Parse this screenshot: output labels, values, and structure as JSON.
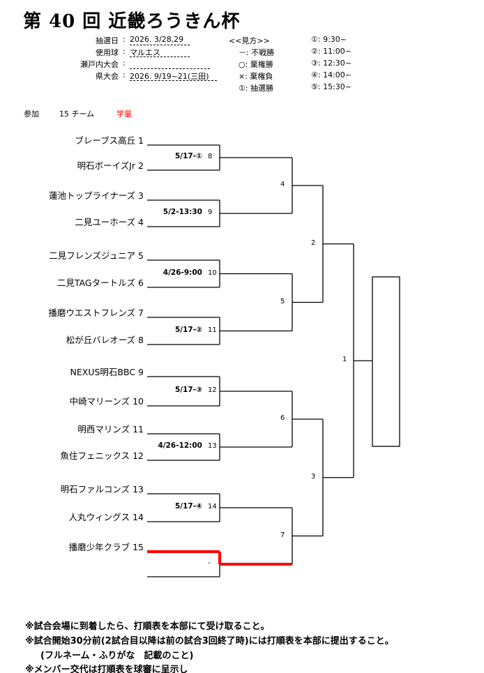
{
  "title": "第 40 回 近畿ろうきん杯",
  "info": [
    {
      "label": "抽選日",
      "value": "2026. 3/28,29"
    },
    {
      "label": "使用球",
      "value": "マルエス"
    },
    {
      "label": "瀬戸内大会",
      "value": ""
    },
    {
      "label": "県大会",
      "value": "2026. 9/19~21(三田)"
    }
  ],
  "legend": {
    "heading": "<<見方>>",
    "items": [
      "－: 不戦勝",
      "○: 棄権勝",
      "×: 棄権負",
      "①: 抽選勝"
    ]
  },
  "times": [
    "①:  9:30~",
    "②: 11:00~",
    "③: 12:30~",
    "④: 14:00~",
    "⑤: 15:30~"
  ],
  "participation": {
    "label": "参加",
    "count": "15 チーム",
    "category": "学童",
    "category_color": "#ff0000"
  },
  "teams": [
    "ブレーブス高丘 1",
    "明石ボーイズJr 2",
    "蓮池トップライナーズ 3",
    "二見ユーホーズ 4",
    "二見フレンズジュニア 5",
    "二見TAGタートルズ 6",
    "播磨ウエストフレンズ 7",
    "松が丘バレオーズ 8",
    "NEXUS明石BBC 9",
    "中崎マリーンズ 10",
    "明西マリンズ 11",
    "魚住フェニックス 12",
    "明石ファルコンズ 13",
    "人丸ウィングス 14",
    "播磨少年クラブ 15"
  ],
  "first_round": [
    {
      "schedule": "5/17-①",
      "no": "8"
    },
    {
      "schedule": "5/2-13:30",
      "no": "9"
    },
    {
      "schedule": "4/26-9:00",
      "no": "10"
    },
    {
      "schedule": "5/17-②",
      "no": "11"
    },
    {
      "schedule": "5/17-③",
      "no": "12"
    },
    {
      "schedule": "4/26-12:00",
      "no": "13"
    },
    {
      "schedule": "5/17-④",
      "no": "14"
    },
    {
      "schedule": "",
      "no": "-"
    }
  ],
  "second_round": [
    "4",
    "5",
    "6",
    "7"
  ],
  "semi": [
    "2",
    "3"
  ],
  "final": "1",
  "highlight_color": "#ff0000",
  "notes": [
    "※試合会場に到着したら、打順表を本部にて受け取ること。",
    "※試合開始30分前(2試合目以降は前の試合3回終了時)には打順表を本部に提出すること。",
    "(フルネーム・ふりがな　記載のこと)",
    "※メンバー交代は打順表を球審に呈示し"
  ]
}
